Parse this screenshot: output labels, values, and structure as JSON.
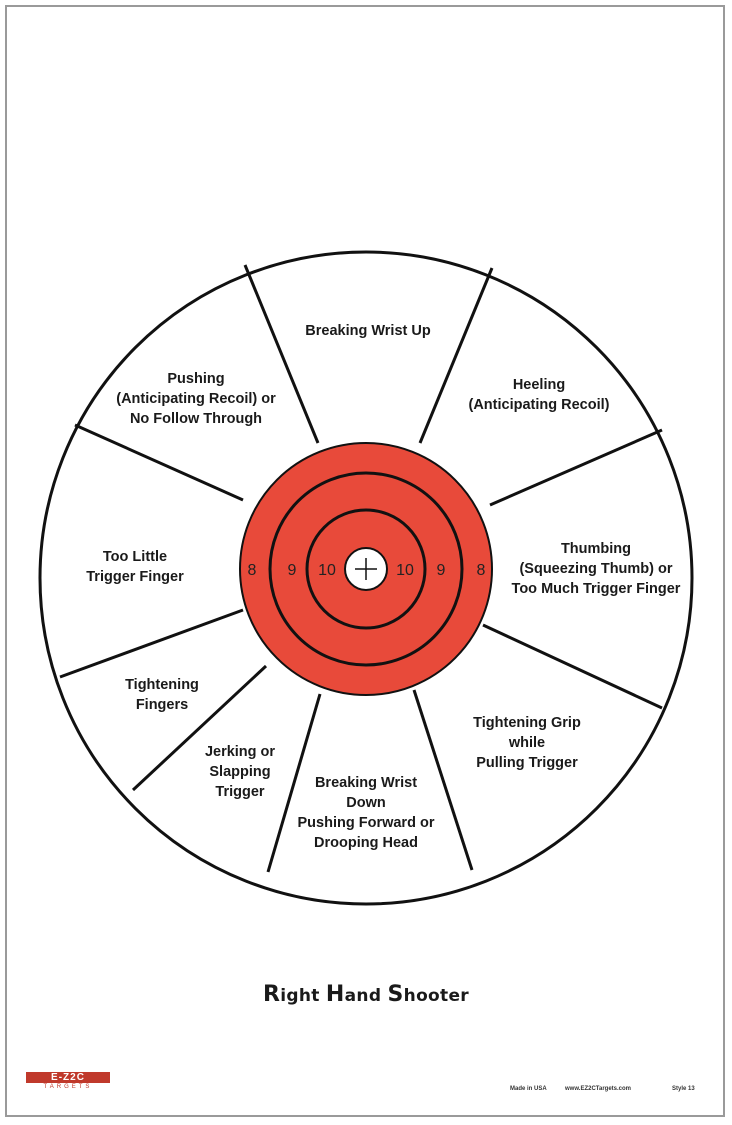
{
  "title": {
    "prefix_caps": [
      "R",
      "H",
      "S"
    ],
    "words": [
      "ight ",
      "and ",
      "hooter"
    ],
    "full": "Right Hand Shooter"
  },
  "segments": [
    {
      "lines": [
        "Breaking Wrist Up"
      ]
    },
    {
      "lines": [
        "Heeling",
        "(Anticipating Recoil)"
      ]
    },
    {
      "lines": [
        "Thumbing",
        "(Squeezing Thumb) or",
        "Too Much Trigger Finger"
      ]
    },
    {
      "lines": [
        "Tightening Grip",
        "while",
        "Pulling Trigger"
      ]
    },
    {
      "lines": [
        "Breaking Wrist",
        "Down",
        "Pushing Forward or",
        "Drooping Head"
      ]
    },
    {
      "lines": [
        "Jerking or",
        "Slapping",
        "Trigger"
      ]
    },
    {
      "lines": [
        "Tightening",
        "Fingers"
      ]
    },
    {
      "lines": [
        "Too Little",
        "Trigger Finger"
      ]
    },
    {
      "lines": [
        "Pushing",
        "(Anticipating Recoil) or",
        "No Follow Through"
      ]
    }
  ],
  "rings": {
    "left": [
      "8",
      "9",
      "10"
    ],
    "right": [
      "10",
      "9",
      "8"
    ]
  },
  "colors": {
    "bullseye": "#e84a3a",
    "ink": "#111111"
  },
  "logo": {
    "mark": "E-Z2C",
    "sub": "TARGETS"
  },
  "footer": {
    "made": "Made in USA",
    "site": "www.EZ2CTargets.com",
    "style": "Style 13"
  }
}
